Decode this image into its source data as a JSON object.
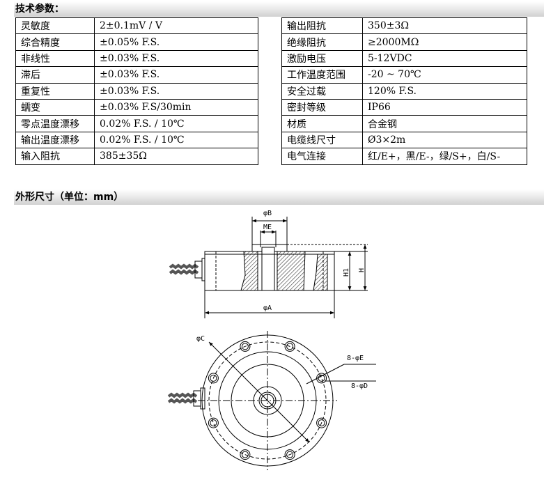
{
  "sections": {
    "specs_title": "技术参数：",
    "dimensions_title": "外形尺寸（单位：mm）"
  },
  "specs_left": [
    {
      "label": "灵敏度",
      "value": "2±0.1mV / V"
    },
    {
      "label": "综合精度",
      "value": "±0.05% F.S."
    },
    {
      "label": "非线性",
      "value": "±0.03% F.S."
    },
    {
      "label": "滞后",
      "value": "±0.03% F.S."
    },
    {
      "label": "重复性",
      "value": "±0.03% F.S."
    },
    {
      "label": "蠕变",
      "value": "±0.03% F.S/30min"
    },
    {
      "label": "零点温度漂移",
      "value": "0.02% F.S. / 10℃"
    },
    {
      "label": "输出温度漂移",
      "value": "0.02% F.S. / 10℃"
    },
    {
      "label": "输入阻抗",
      "value": "385±35Ω"
    }
  ],
  "specs_right": [
    {
      "label": "输出阻抗",
      "value": "350±3Ω"
    },
    {
      "label": "绝缘阻抗",
      "value": "≥2000MΩ"
    },
    {
      "label": "激励电压",
      "value": "5-12VDC"
    },
    {
      "label": "工作温度范围",
      "value": "-20 ~ 70℃"
    },
    {
      "label": "安全过载",
      "value": "120% F.S."
    },
    {
      "label": "密封等级",
      "value": "IP66"
    },
    {
      "label": "材质",
      "value": "合金钢"
    },
    {
      "label": "电缆线尺寸",
      "value": "Ø3×2m"
    },
    {
      "label": "电气连接",
      "value": "红/E+，黑/E-，绿/S+，白/S-"
    }
  ],
  "drawing_labels": {
    "phi_b": "φB",
    "me": "ME",
    "h1": "H1",
    "h": "H",
    "phi_a": "φA",
    "phi_c": "φC",
    "holes_e": "8-φE",
    "holes_d": "8-φD"
  }
}
